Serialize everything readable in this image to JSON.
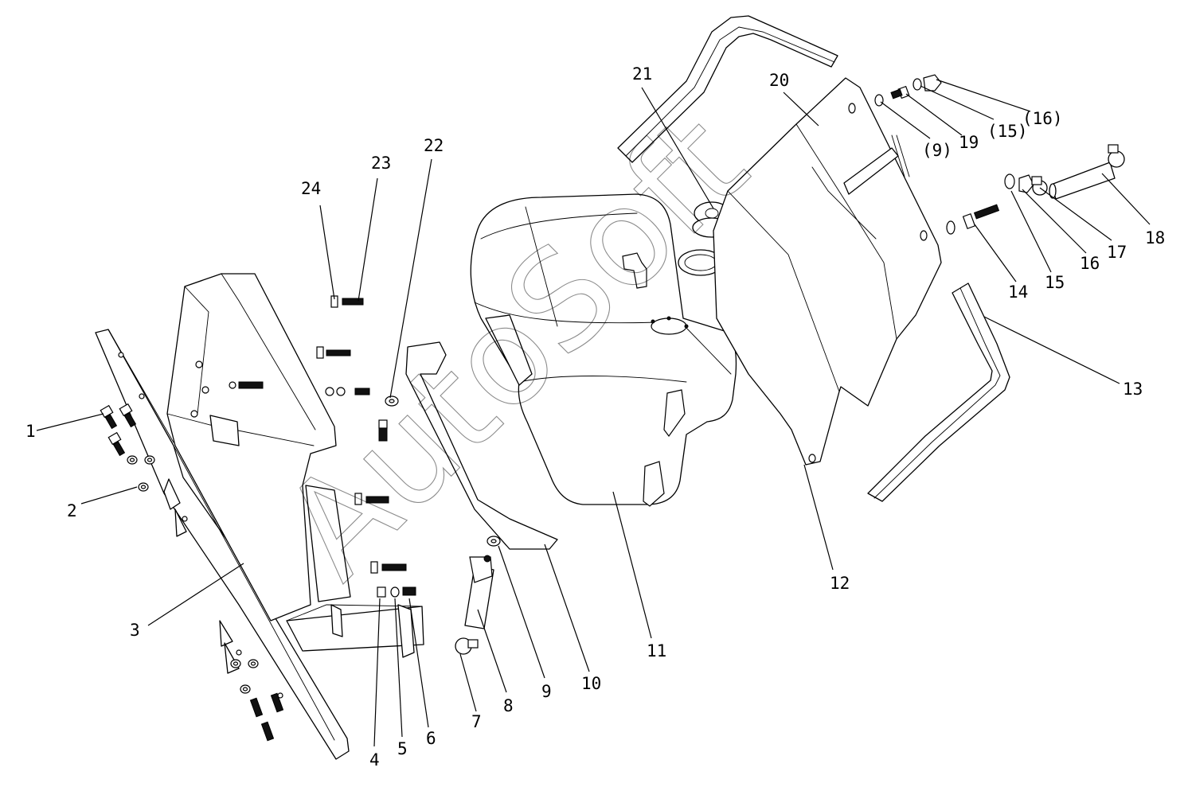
{
  "diagram": {
    "callouts": [
      {
        "id": "c1",
        "text": "1"
      },
      {
        "id": "c2",
        "text": "2"
      },
      {
        "id": "c3",
        "text": "3"
      },
      {
        "id": "c4",
        "text": "4"
      },
      {
        "id": "c5",
        "text": "5"
      },
      {
        "id": "c6",
        "text": "6"
      },
      {
        "id": "c7",
        "text": "7"
      },
      {
        "id": "c8",
        "text": "8"
      },
      {
        "id": "c9",
        "text": "9"
      },
      {
        "id": "c10",
        "text": "10"
      },
      {
        "id": "c11",
        "text": "11"
      },
      {
        "id": "c12",
        "text": "12"
      },
      {
        "id": "c13",
        "text": "13"
      },
      {
        "id": "c14",
        "text": "14"
      },
      {
        "id": "c15",
        "text": "15"
      },
      {
        "id": "c16",
        "text": "16"
      },
      {
        "id": "c17",
        "text": "17"
      },
      {
        "id": "c18",
        "text": "18"
      },
      {
        "id": "c19",
        "text": "19"
      },
      {
        "id": "c20",
        "text": "20"
      },
      {
        "id": "c21",
        "text": "21"
      },
      {
        "id": "c22",
        "text": "22"
      },
      {
        "id": "c23",
        "text": "23"
      },
      {
        "id": "c24",
        "text": "24"
      },
      {
        "id": "c9b",
        "text": "(9)"
      },
      {
        "id": "c15b",
        "text": "(15)"
      },
      {
        "id": "c16b",
        "text": "(16)"
      }
    ],
    "watermark": "AutoSoft"
  }
}
